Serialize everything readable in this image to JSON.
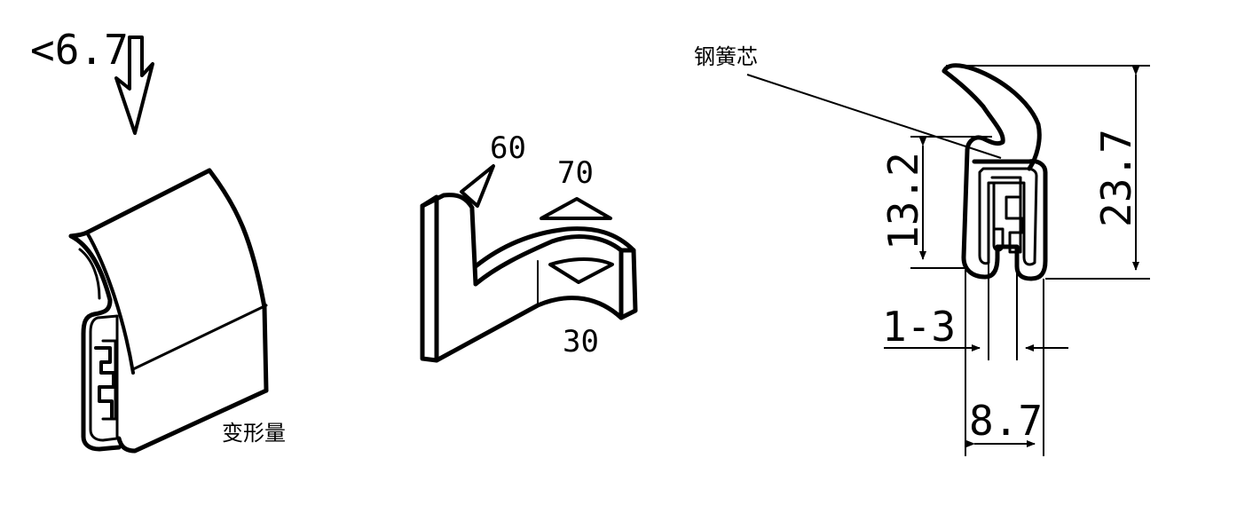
{
  "left_figure": {
    "max_deformation": "<6.7",
    "deformation_label": "变形量"
  },
  "middle_figure": {
    "hardness_top": "60",
    "hardness_side": "70",
    "hardness_bottom": "30"
  },
  "right_figure": {
    "steel_core_label": "钢簧芯",
    "inner_height": "13.2",
    "total_height": "23.7",
    "clamp_range": "1-3",
    "width": "8.7"
  }
}
